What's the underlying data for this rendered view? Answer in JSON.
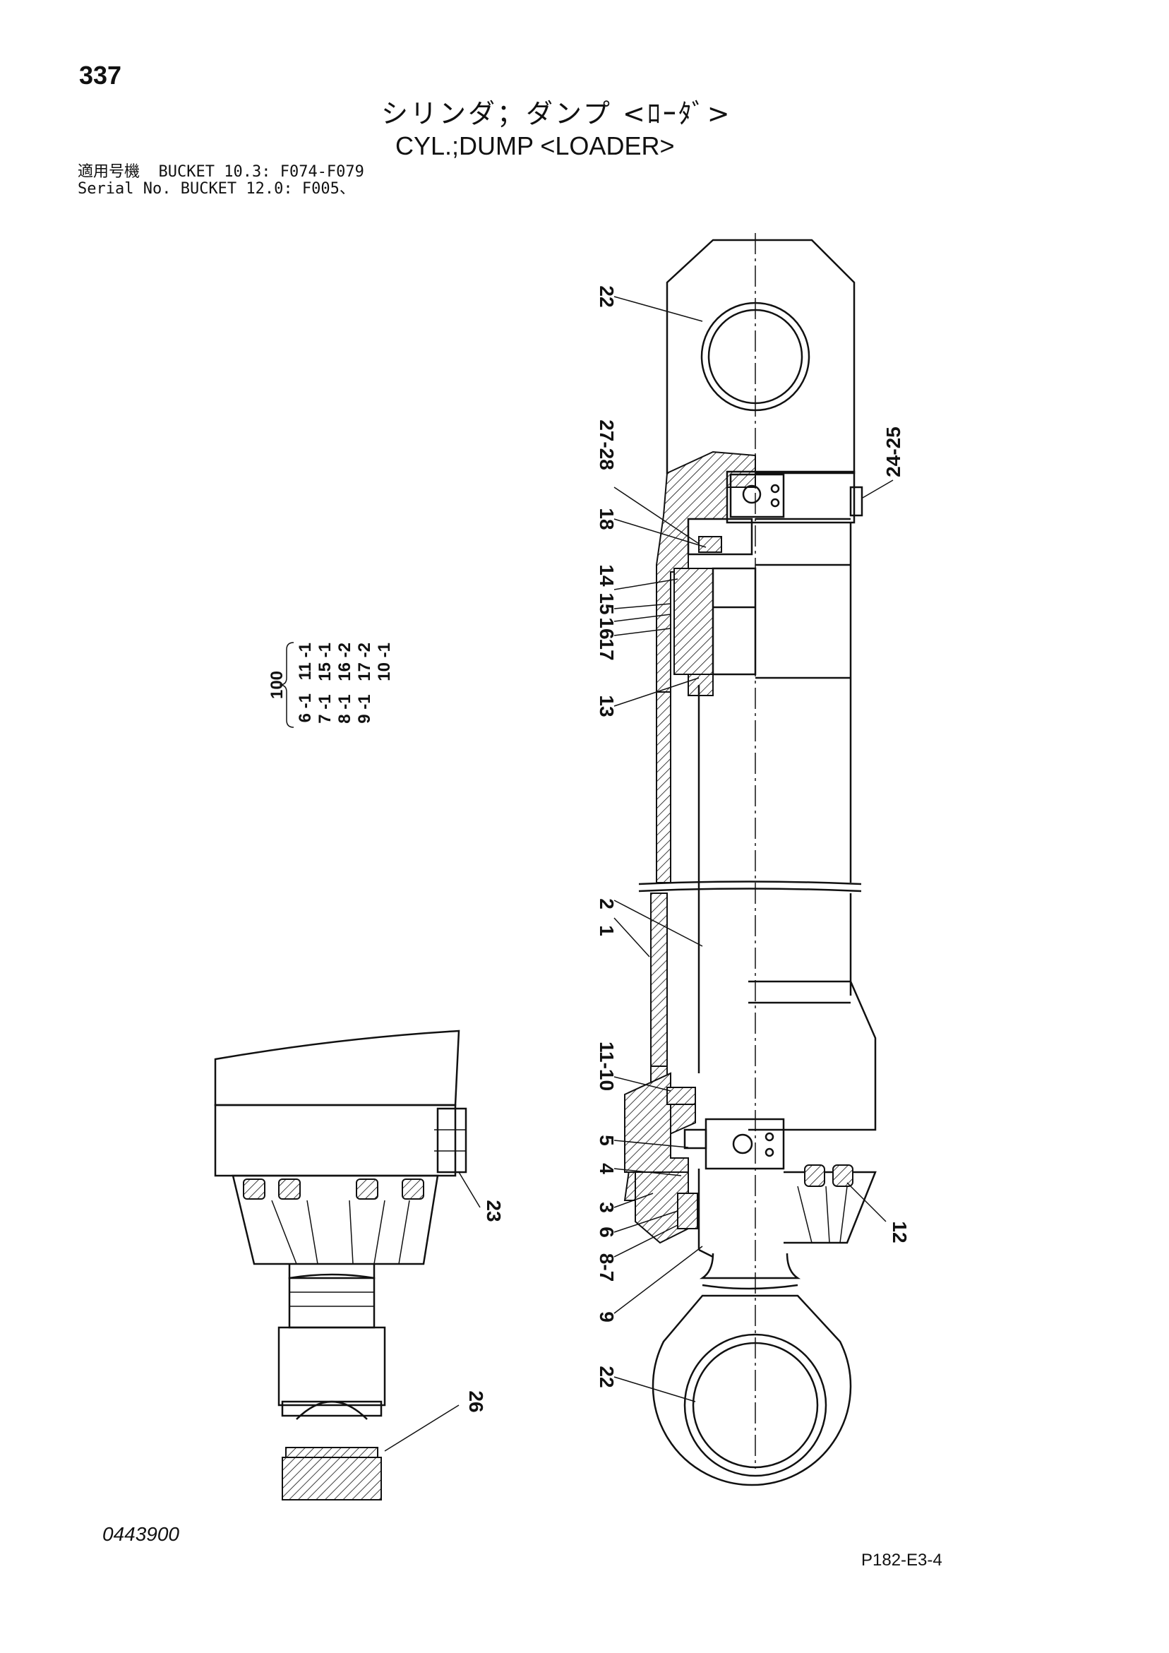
{
  "page_number": "337",
  "title_jp": "シリンダ；ダンプ <ﾛｰﾀﾞ>",
  "title_en": "CYL.;DUMP <LOADER>",
  "serial_label_jp": "適用号機",
  "serial_label_en": "Serial No.",
  "serial_lines": [
    "BUCKET 10.3: F074-F079",
    "BUCKET 12.0: F005、"
  ],
  "doc_number": "0443900",
  "page_code": "P182-E3-4",
  "kit": {
    "number": "100",
    "rows": [
      [
        "6 -1",
        "11 -1"
      ],
      [
        "7 -1",
        "15 -1"
      ],
      [
        "8 -1",
        "16 -2"
      ],
      [
        "9 -1",
        "17 -2"
      ],
      [
        "10 -1",
        ""
      ]
    ]
  },
  "callouts": [
    "22",
    "27-28",
    "18",
    "14",
    "15",
    "16",
    "17",
    "13",
    "24-25",
    "1",
    "2",
    "11-10",
    "5",
    "4",
    "3",
    "6",
    "8-7",
    "9",
    "22",
    "12",
    "23",
    "26"
  ]
}
